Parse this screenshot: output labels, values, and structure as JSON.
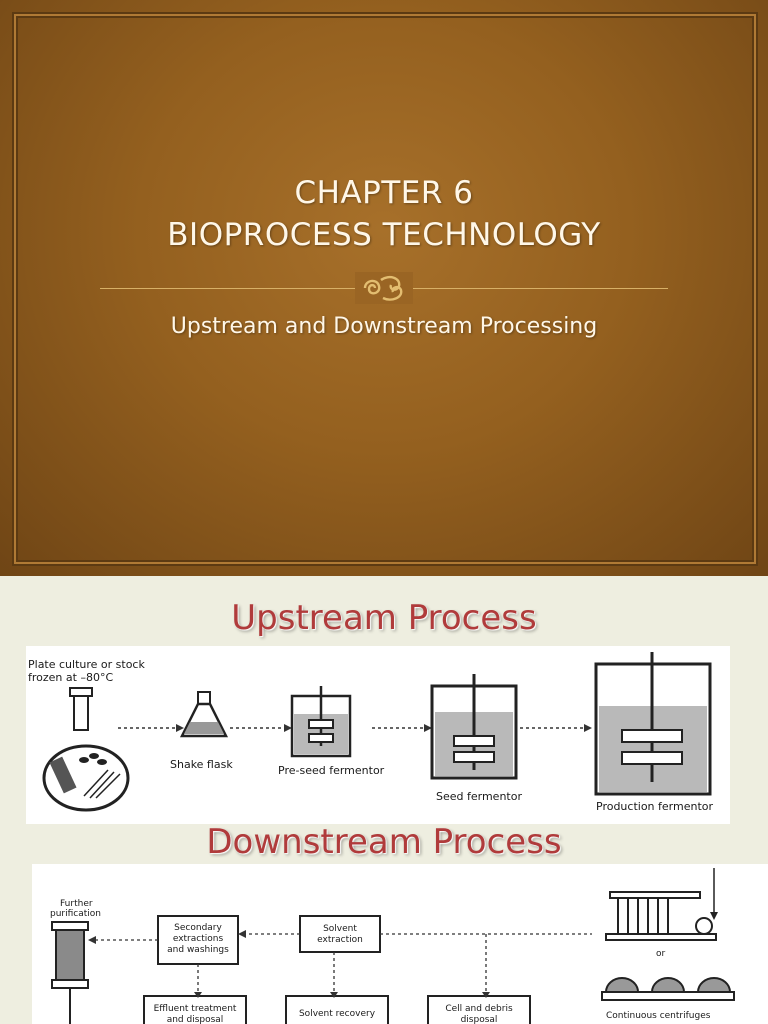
{
  "slide1": {
    "title_line1": "CHAPTER 6",
    "title_line2": "BIOPROCESS TECHNOLOGY",
    "ornament_icon": "flourish-icon",
    "subtitle": "Upstream and Downstream Processing",
    "colors": {
      "background": "#94601f",
      "text": "#fff7e8",
      "rule": "#d8b066"
    }
  },
  "slide2": {
    "upstream_heading": "Upstream Process",
    "downstream_heading": "Downstream Process",
    "heading_color": "#b03b3b",
    "upstream_labels": {
      "plate_culture": "Plate culture or stock",
      "frozen": "frozen at –80°C",
      "shake_flask": "Shake flask",
      "pre_seed": "Pre-seed fermentor",
      "seed": "Seed fermentor",
      "production": "Production fermentor"
    },
    "downstream_labels": {
      "further_1": "Further",
      "further_2": "purification",
      "secondary_1": "Secondary",
      "secondary_2": "extractions",
      "secondary_3": "and washings",
      "solvent_extraction_1": "Solvent",
      "solvent_extraction_2": "extraction",
      "effluent_1": "Effluent treatment",
      "effluent_2": "and disposal",
      "solvent_recovery": "Solvent recovery",
      "cell_debris_1": "Cell and debris",
      "cell_debris_2": "disposal",
      "or": "or",
      "centrifuges": "Continuous centrifuges"
    }
  }
}
